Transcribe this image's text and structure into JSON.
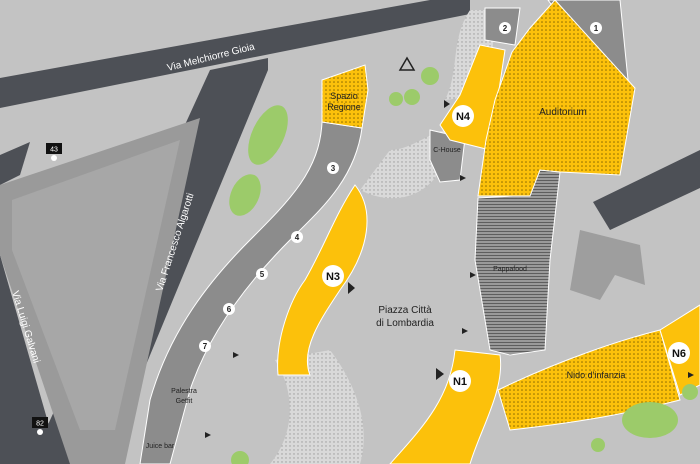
{
  "streets": {
    "melchiorre_gioia": "Via Melchiorre Gioia",
    "algarotti": "Via Francesco Algarotti",
    "galvani": "Via Luigi Galvani"
  },
  "places": {
    "spazio_regione_line1": "Spazio",
    "spazio_regione_line2": "Regione",
    "auditorium": "Auditorium",
    "c_house": "C-House",
    "pappafood": "Pappafood",
    "piazza_line1": "Piazza Città",
    "piazza_line2": "di Lombardia",
    "nido": "Nido d'infanzia",
    "palestra_line1": "Palestra",
    "palestra_line2": "Getfit",
    "juice_bar": "Juice bar"
  },
  "buildings": {
    "n1": "N1",
    "n3": "N3",
    "n4": "N4",
    "n6": "N6"
  },
  "units": [
    "1",
    "2",
    "3",
    "4",
    "5",
    "6",
    "7"
  ],
  "house_numbers": {
    "gioia_43": "43",
    "galvani_82": "82"
  },
  "colors": {
    "background": "#c3c3c3",
    "road": "#4d5056",
    "building_yellow": "#fcc10b",
    "building_dark": "#8c8c8c",
    "green": "#9ccb6a",
    "white": "#ffffff"
  }
}
